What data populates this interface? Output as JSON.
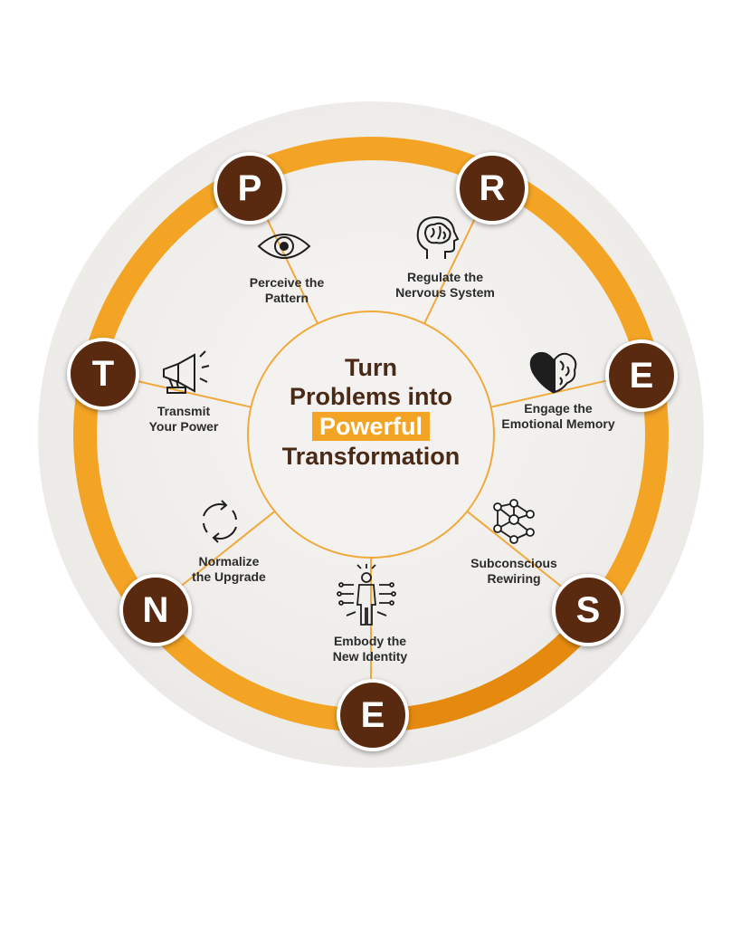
{
  "diagram": {
    "title_lines": [
      "Turn",
      "Problems into",
      "Powerful",
      "Transformation"
    ],
    "colors": {
      "ring": "#f4a424",
      "ring_dark": "#e58a0f",
      "badge": "#5a2a10",
      "title": "#4a2a16",
      "divider": "#f0a93a",
      "background_disc": "#f1f0ee"
    },
    "segments": [
      {
        "letter": "P",
        "line1": "Perceive the",
        "line2": "Pattern",
        "icon": "eye-icon"
      },
      {
        "letter": "R",
        "line1": "Regulate the",
        "line2": "Nervous System",
        "icon": "brain-head-icon"
      },
      {
        "letter": "E",
        "line1": "Engage the",
        "line2": "Emotional Memory",
        "icon": "heart-brain-icon"
      },
      {
        "letter": "S",
        "line1": "Subconscious",
        "line2": "Rewiring",
        "icon": "neural-network-icon"
      },
      {
        "letter": "E",
        "line1": "Embody the",
        "line2": "New Identity",
        "icon": "body-network-icon"
      },
      {
        "letter": "N",
        "line1": "Normalize",
        "line2": "the Upgrade",
        "icon": "refresh-cycle-icon"
      },
      {
        "letter": "T",
        "line1": "Transmit",
        "line2": "Your Power",
        "icon": "megaphone-icon"
      }
    ]
  }
}
